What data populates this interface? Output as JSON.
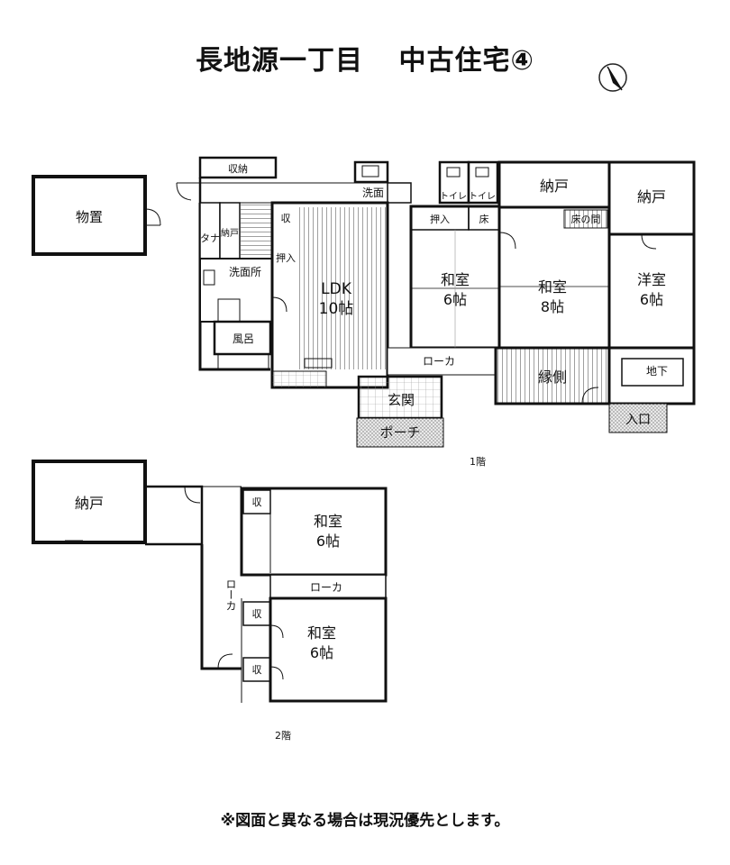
{
  "title": {
    "main": "長地源一丁目",
    "sub": "中古住宅④"
  },
  "footer_note": "※図面と異なる場合は現況優先とします。",
  "floors": {
    "first": "1階",
    "second": "2階"
  },
  "rooms_1f": {
    "storage_shed": "物置",
    "storage_top": "収納",
    "shelf": "タナ",
    "closet_small": "納戸",
    "storage_k": "収",
    "oshiire_v": "押入",
    "washroom": "洗面所",
    "bath": "風呂",
    "ldk": "LDK",
    "ldk_size": "10帖",
    "sink": "洗面",
    "toilet1": "トイレ",
    "toilet2": "トイレ",
    "oshiire": "押入",
    "toko": "床",
    "toko_no_ma": "床の間",
    "nando1": "納戸",
    "nando2": "納戸",
    "washitsu_a": "和室",
    "washitsu_a_size": "6帖",
    "washitsu_b": "和室",
    "washitsu_b_size": "8帖",
    "yoshitsu": "洋室",
    "yoshitsu_size": "6帖",
    "corridor": "ローカ",
    "engawa": "縁側",
    "genkan": "玄関",
    "porch": "ポーチ",
    "basement": "地下",
    "entrance": "入口"
  },
  "rooms_2f": {
    "nando": "納戸",
    "storage1": "収",
    "storage2": "収",
    "storage3": "収",
    "washitsu_a": "和室",
    "washitsu_a_size": "6帖",
    "washitsu_b": "和室",
    "washitsu_b_size": "6帖",
    "corridor_h": "ローカ",
    "corridor_v": "ローカ"
  },
  "north_arrow": "compass-arrow-icon"
}
